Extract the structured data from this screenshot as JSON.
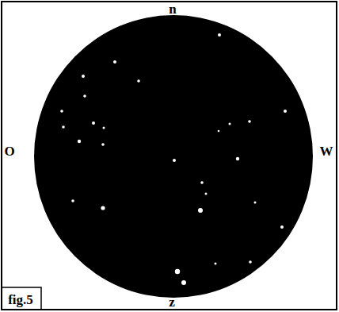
{
  "diagram": {
    "labels": [
      "n",
      "O",
      "W",
      "z",
      "fig.5"
    ]
  }
}
